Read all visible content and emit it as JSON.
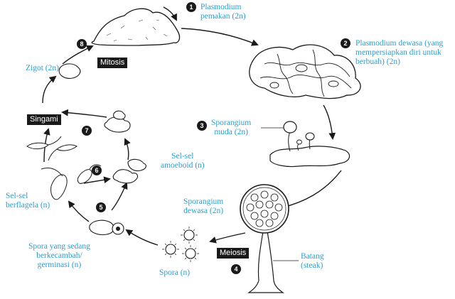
{
  "stages": {
    "s1": {
      "number": "1",
      "line1": "Plasmodium",
      "line2": "pemakan (2n)"
    },
    "s2": {
      "number": "2",
      "line1": "Plasmodium dewasa (yang",
      "line2": "mempersiapkan diri untuk",
      "line3": "berbuah) (2n)"
    },
    "s3": {
      "number": "3",
      "line1": "Sporangium",
      "line2": "muda (2n)"
    },
    "s4": {
      "number": "4",
      "line1": "Sporangium",
      "line2": "dewasa (2n)"
    },
    "s5": {
      "number": "5",
      "line1": "Spora yang sedang",
      "line2": "berkecambah/",
      "line3": "germinasi (n)"
    },
    "s6": {
      "number": "6",
      "line1": "Sel-sel",
      "line2": "amoeboid (n)"
    },
    "s7": {
      "number": "7"
    },
    "s8": {
      "number": "8"
    }
  },
  "labels": {
    "zigot": "Zigot (2n)",
    "spora": "Spora (n)",
    "flagela_1": "Sel-sel",
    "flagela_2": "berflagela (n)",
    "batang_1": "Batang",
    "batang_2": "(steak)"
  },
  "boxes": {
    "mitosis": "Mitosis",
    "singami": "Singami",
    "meiosis": "Meiosis"
  },
  "colors": {
    "label_text": "#2a9fd0",
    "box_fill": "#1a1a1a",
    "line": "#1a1a1a"
  }
}
